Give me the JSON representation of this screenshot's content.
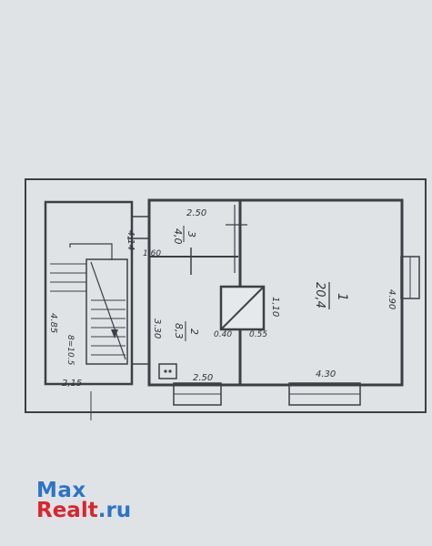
{
  "plan": {
    "colors": {
      "paper": "#dfe3e6",
      "ink": "#2e343a",
      "wall": "#3a4046"
    },
    "room1": {
      "number": "1",
      "area": "20,4"
    },
    "room2": {
      "number": "2",
      "area": "8,3"
    },
    "room3": {
      "number": "3",
      "area": "4,0"
    },
    "dims": {
      "d_2_50_top": "2.50",
      "d_4_14": "4,14",
      "d_1_60": "1.60",
      "d_1_10": "1,10",
      "d_0_40": "0.40",
      "d_0_55": "0.55",
      "d_3_30": "3.30",
      "d_2_50_bottom": "2.50",
      "d_4_30": "4.30",
      "d_4_90": "4.90",
      "d_4_85": "4.85",
      "d_2_15": "2,15",
      "d_stair": "8=10.5"
    }
  },
  "watermark": {
    "line1_a": "Max",
    "line2_a": "Realt",
    "line2_b": ".ru",
    "color_blue": "#2e74c6",
    "color_red": "#d9262e"
  }
}
